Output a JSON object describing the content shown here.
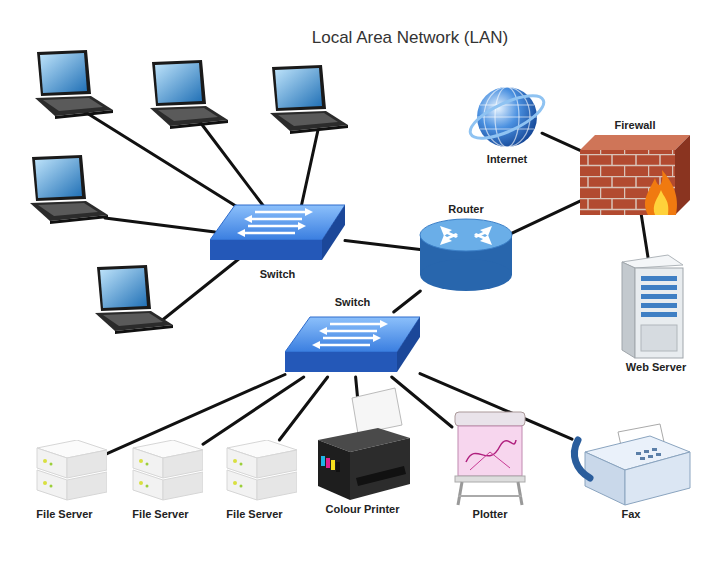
{
  "diagram": {
    "title": "Local Area Network (LAN)",
    "nodes": [
      {
        "text": [
          "Internet"
        ]
      },
      {
        "text": [
          "Firewall"
        ]
      },
      {
        "text": [
          "Switch"
        ]
      },
      {
        "text": [
          "Router"
        ]
      },
      {
        "text": [
          "Switch"
        ]
      },
      {
        "text": [
          "Web Server"
        ]
      },
      {
        "text": [
          "File Server"
        ]
      },
      {
        "text": [
          "File Server"
        ]
      },
      {
        "text": [
          "File Server"
        ]
      },
      {
        "text": [
          "Colour Printer"
        ]
      },
      {
        "text": [
          "Plotter"
        ]
      },
      {
        "text": [
          "Fax"
        ]
      }
    ],
    "edges": [
      {
        "from": 0,
        "to": 1,
        "arrow": "none"
      },
      {
        "from": 1,
        "to": 3,
        "arrow": "none"
      },
      {
        "from": 1,
        "to": 5,
        "arrow": "none"
      },
      {
        "from": 3,
        "to": 2,
        "arrow": "none"
      },
      {
        "from": 3,
        "to": 4,
        "arrow": "none"
      },
      {
        "from": 4,
        "to": 6,
        "arrow": "none"
      },
      {
        "from": 4,
        "to": 7,
        "arrow": "none"
      },
      {
        "from": 4,
        "to": 8,
        "arrow": "none"
      },
      {
        "from": 4,
        "to": 9,
        "arrow": "none"
      },
      {
        "from": 4,
        "to": 10,
        "arrow": "none"
      },
      {
        "from": 4,
        "to": 11,
        "arrow": "none"
      }
    ]
  }
}
